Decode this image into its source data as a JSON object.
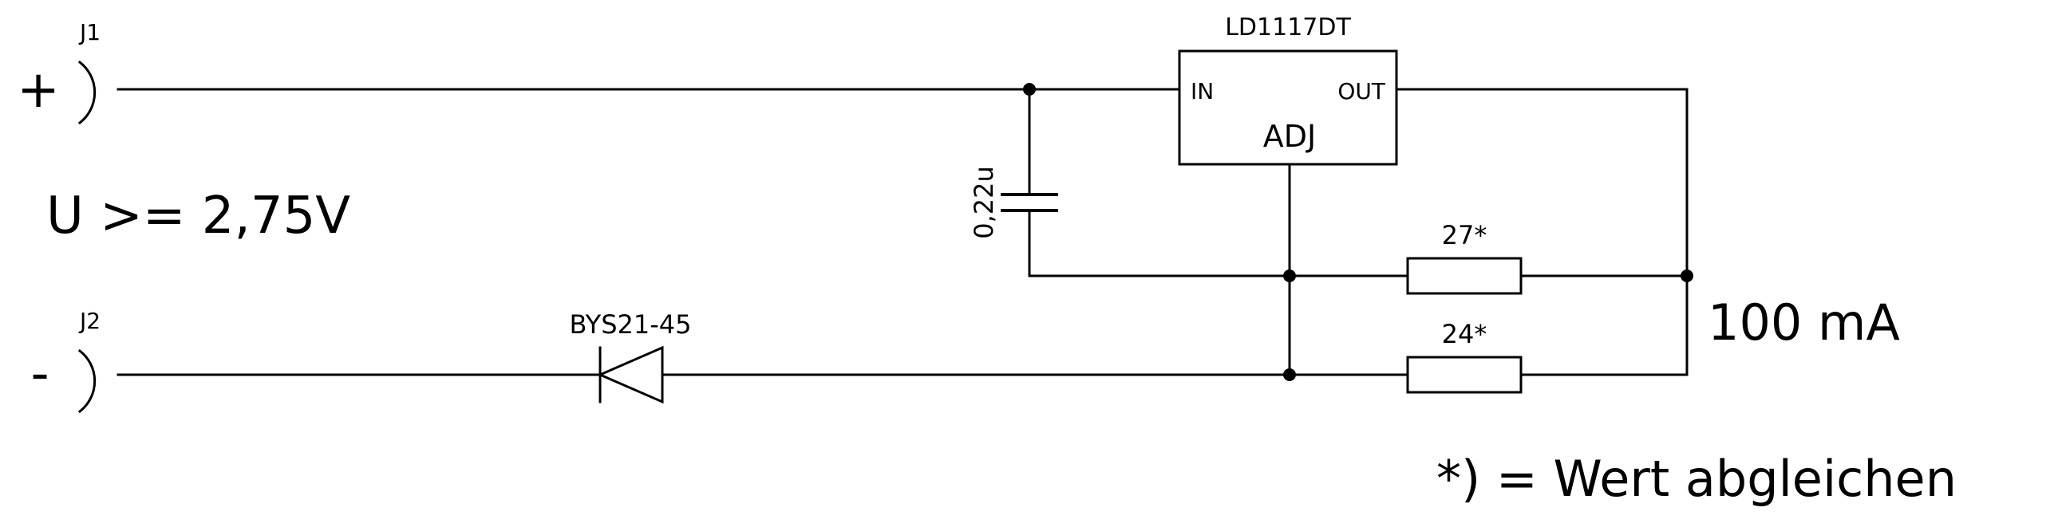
{
  "connectors": {
    "j1": {
      "ref": "J1",
      "sign": "+"
    },
    "j2": {
      "ref": "J2",
      "sign": "-"
    }
  },
  "regulator": {
    "part": "LD1117DT",
    "pin_in": "IN",
    "pin_out": "OUT",
    "pin_adj": "ADJ"
  },
  "capacitor": {
    "value": "0,22u"
  },
  "diode": {
    "part": "BYS21-45"
  },
  "resistors": [
    {
      "value": "27*"
    },
    {
      "value": "24*"
    }
  ],
  "annotations": {
    "input_voltage": "U >= 2,75V",
    "output_current": "100 mA",
    "footnote": "*) = Wert abgleichen"
  }
}
